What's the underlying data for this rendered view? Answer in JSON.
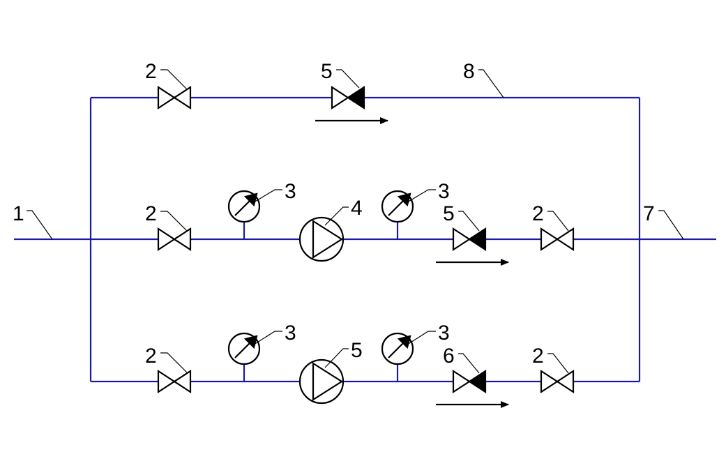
{
  "diagram": {
    "colors": {
      "pipe": "#1a1aa6",
      "symbol": "#000000",
      "background": "#ffffff"
    },
    "labels": {
      "top_valve_1": "2",
      "top_check_valve": "5",
      "bypass_line": "8",
      "inlet": "1",
      "mid_valve_1": "2",
      "mid_gauge_1": "3",
      "mid_pump": "4",
      "mid_gauge_2": "3",
      "mid_check_valve": "5",
      "mid_valve_2": "2",
      "outlet": "7",
      "bot_valve_1": "2",
      "bot_gauge_1": "3",
      "bot_pump": "5",
      "bot_gauge_2": "3",
      "bot_check_valve": "6",
      "bot_valve_2": "2"
    },
    "symbols": {
      "gate_valve": "gate-valve-icon",
      "check_valve": "check-valve-icon",
      "pressure_gauge": "pressure-gauge-icon",
      "pump": "pump-icon",
      "flow_arrow": "flow-direction-arrow-icon"
    }
  }
}
